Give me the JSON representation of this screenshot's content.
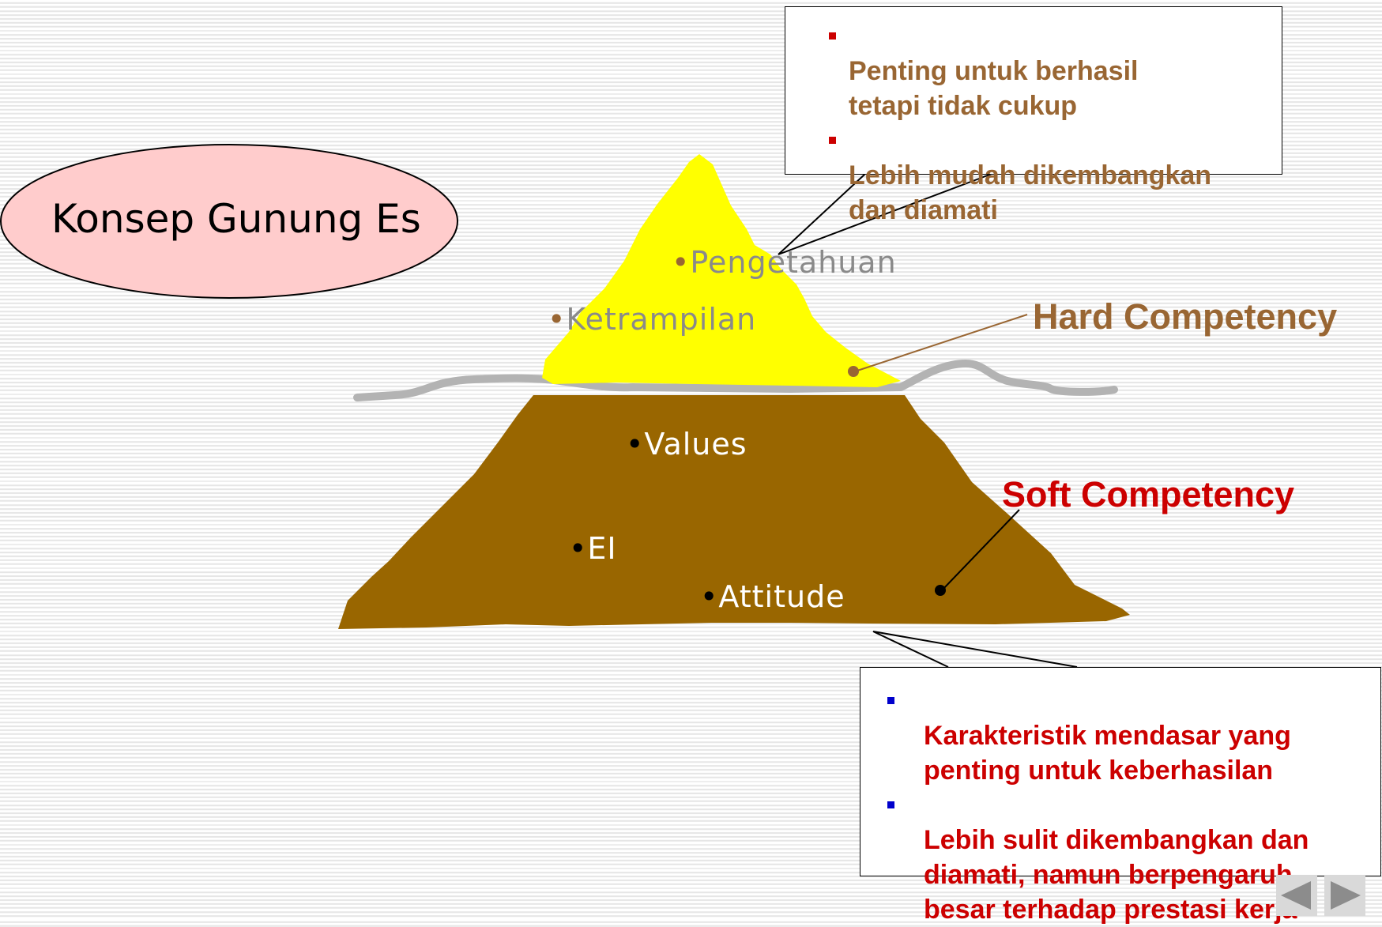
{
  "title": "Konsep Gunung Es",
  "iceberg": {
    "above_water": [
      {
        "label": "Pengetahuan"
      },
      {
        "label": "Ketrampilan"
      }
    ],
    "below_water": [
      {
        "label": "Values"
      },
      {
        "label": "EI"
      },
      {
        "label": "Attitude"
      }
    ]
  },
  "hard_competency": {
    "label": "Hard Competency",
    "color": "#996633",
    "callout": [
      "Penting untuk berhasil\n tetapi tidak cukup",
      "Lebih mudah dikembangkan\n dan diamati"
    ],
    "text_color": "#996633",
    "bullet_color": "#cc0000"
  },
  "soft_competency": {
    "label": "Soft Competency",
    "color": "#cc0000",
    "callout": [
      "Karakteristik mendasar yang\n penting untuk keberhasilan",
      "Lebih sulit dikembangkan dan\n diamati, namun berpengaruh\n besar terhadap prestasi kerja"
    ],
    "text_color": "#cc0000",
    "bullet_color": "#0000cc"
  },
  "colors": {
    "ice_top": "#ffff00",
    "ice_bottom": "#996600",
    "water": "#b3b3b3",
    "title_bubble": "#ffcccc"
  },
  "navigation": {
    "prev_icon": "triangle-left-icon",
    "next_icon": "triangle-right-icon"
  }
}
